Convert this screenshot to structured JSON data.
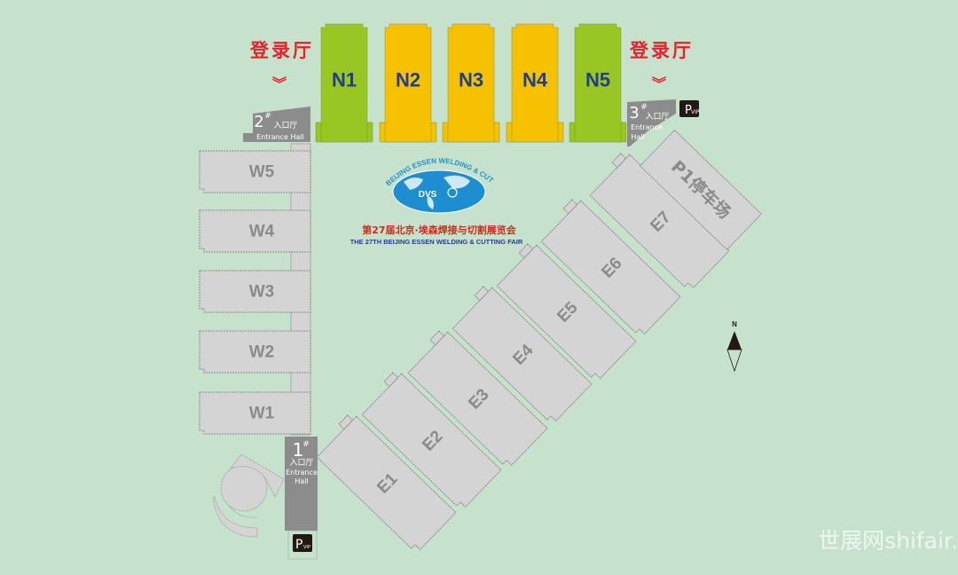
{
  "registration_label": "登录厅",
  "north_halls": [
    {
      "label": "N1",
      "color": "#99c623"
    },
    {
      "label": "N2",
      "color": "#f6c100"
    },
    {
      "label": "N3",
      "color": "#f6c100"
    },
    {
      "label": "N4",
      "color": "#f6c100"
    },
    {
      "label": "N5",
      "color": "#99c623"
    }
  ],
  "west_halls": [
    "W5",
    "W4",
    "W3",
    "W2",
    "W1"
  ],
  "east_halls": [
    "E1",
    "E2",
    "E3",
    "E4",
    "E5",
    "E6",
    "E7"
  ],
  "parking": "P1停车场",
  "entrances": [
    {
      "number": "1",
      "cn": "入口厅",
      "en1": "Entrance",
      "en2": "Hall"
    },
    {
      "number": "2",
      "cn": "入口厅",
      "en1": "Entrance Hall",
      "en2": ""
    },
    {
      "number": "3",
      "cn": "入口厅",
      "en1": "Entrance",
      "en2": "Hall"
    }
  ],
  "vip_parking": {
    "p": "P",
    "vip": "VIP"
  },
  "logo": {
    "arc_text": "BEIJING ESSEN WELDING & CUTTING",
    "title_cn": "第27届北京·埃森焊接与切割展览会",
    "title_en": "THE 27TH BEIJING ESSEN WELDING & CUTTING FAIR"
  },
  "compass": {
    "north": "N"
  },
  "watermark": "世展网shifair.",
  "colors": {
    "background": "#c7e2cc",
    "hall_gray": "#d4d4d4",
    "entrance_gray": "#8c8c8c",
    "registration_red": "#e8202a"
  }
}
